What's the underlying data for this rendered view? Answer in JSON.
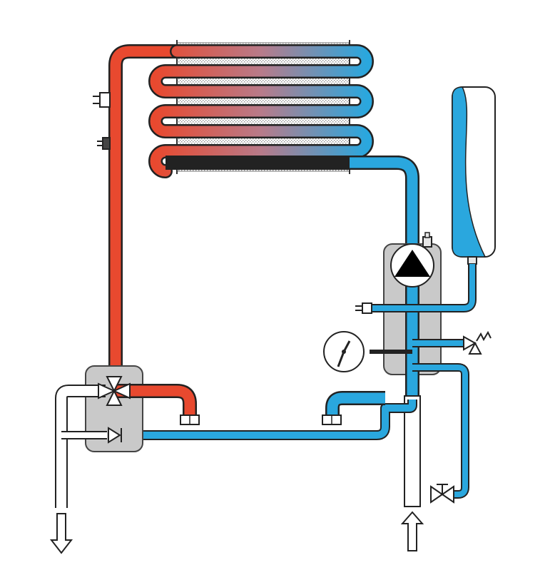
{
  "diagram": {
    "title": "",
    "colors": {
      "hot": "#e8492f",
      "cold": "#2aa7de",
      "housing": "#c9c9c9",
      "outline": "#222222",
      "empty_pipe": "#ffffff",
      "fin": "#8a8a8a",
      "background": "#ffffff"
    },
    "components": [
      {
        "id": "heat-exchanger",
        "icon": "finned-coil-icon"
      },
      {
        "id": "expansion-vessel",
        "icon": "tank-icon"
      },
      {
        "id": "circulation-pump",
        "icon": "pump-icon"
      },
      {
        "id": "three-way-valve",
        "icon": "three-way-valve-icon"
      },
      {
        "id": "check-valve",
        "icon": "check-valve-icon"
      },
      {
        "id": "pressure-gauge",
        "icon": "gauge-icon"
      },
      {
        "id": "safety-valve",
        "icon": "relief-valve-icon"
      },
      {
        "id": "fill-valve",
        "icon": "ball-valve-icon"
      },
      {
        "id": "temperature-sensor",
        "icon": "sensor-icon"
      },
      {
        "id": "pressure-sensor",
        "icon": "sensor-icon"
      },
      {
        "id": "hot-outlet-arrow",
        "icon": "arrow-down-icon"
      },
      {
        "id": "cold-inlet-arrow",
        "icon": "arrow-up-icon"
      }
    ]
  }
}
